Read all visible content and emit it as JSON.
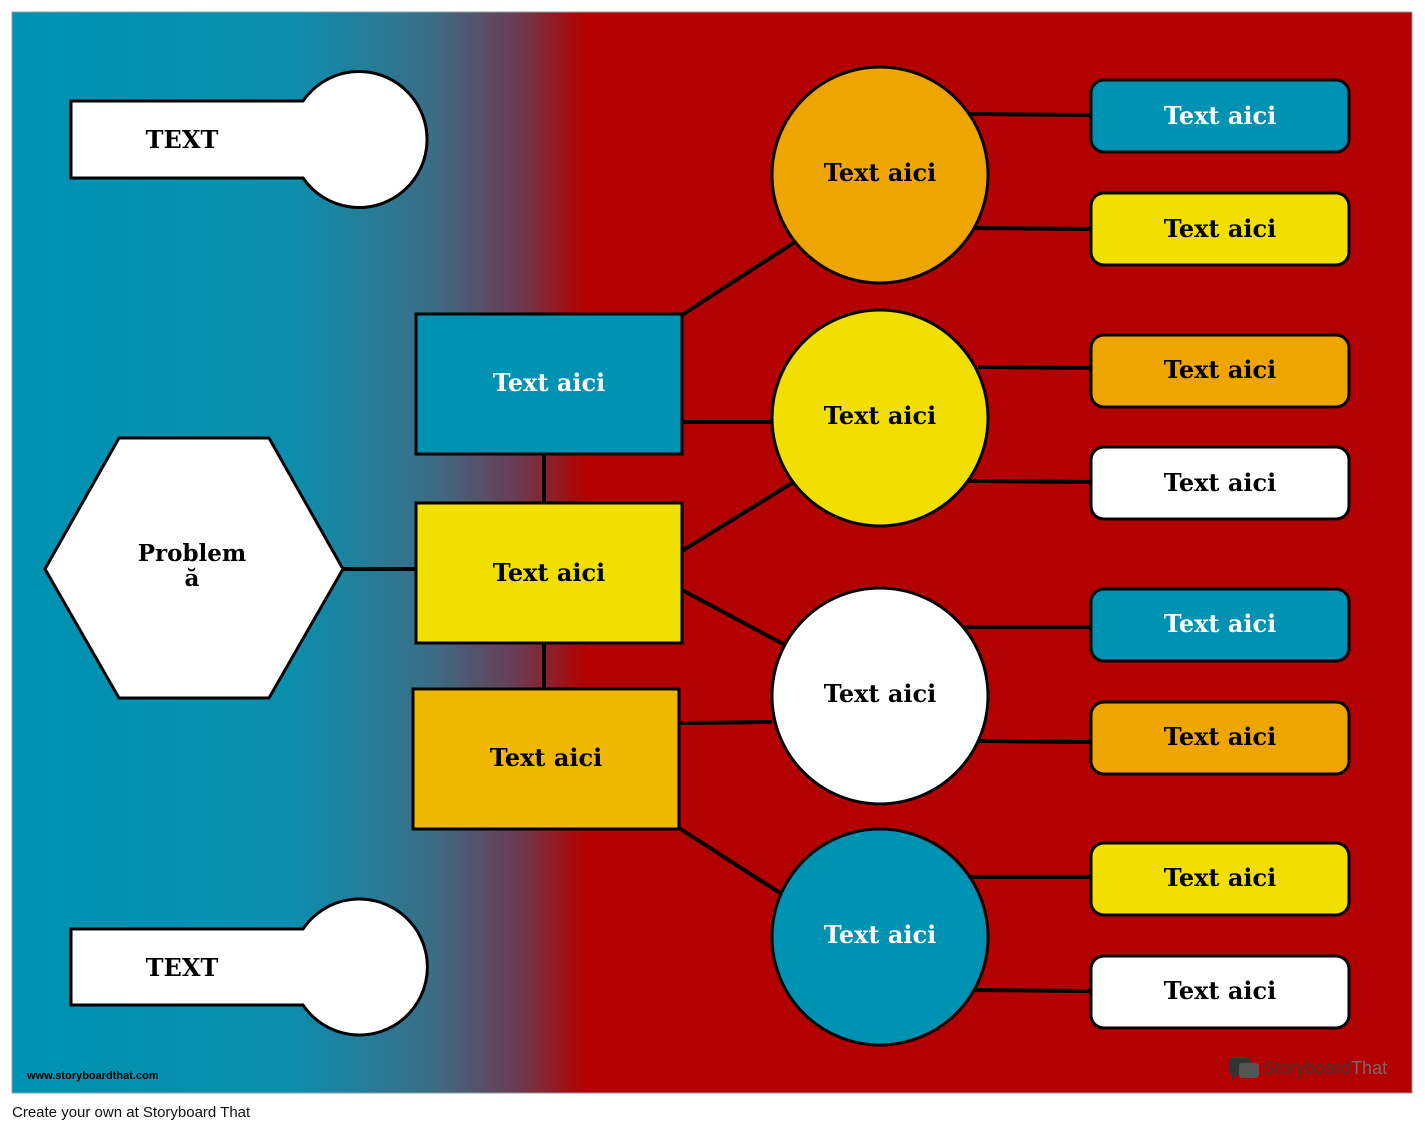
{
  "colors": {
    "teal": "#0092b2",
    "red": "#b30000",
    "orange": "#eea500",
    "yellow": "#f0df00",
    "gold": "#efb700",
    "white": "#ffffff",
    "black": "#000000"
  },
  "keyholes": [
    {
      "label": "TEXT"
    },
    {
      "label": "TEXT"
    }
  ],
  "hexagon": {
    "label_line1": "Problem",
    "label_line2": "ă"
  },
  "rectangles": [
    {
      "label": "Text aici",
      "color": "#0092b2",
      "text_color": "#ffffff"
    },
    {
      "label": "Text aici",
      "color": "#f0df00",
      "text_color": "#000000"
    },
    {
      "label": "Text aici",
      "color": "#efb700",
      "text_color": "#000000"
    }
  ],
  "circles": [
    {
      "label": "Text aici",
      "color": "#eea500",
      "text_color": "#000000"
    },
    {
      "label": "Text aici",
      "color": "#f0df00",
      "text_color": "#000000"
    },
    {
      "label": "Text aici",
      "color": "#ffffff",
      "text_color": "#000000"
    },
    {
      "label": "Text aici",
      "color": "#0092b2",
      "text_color": "#ffffff"
    }
  ],
  "pills": [
    {
      "label": "Text aici",
      "color": "#0092b2",
      "text_color": "#ffffff"
    },
    {
      "label": "Text aici",
      "color": "#f0df00",
      "text_color": "#000000"
    },
    {
      "label": "Text aici",
      "color": "#eea500",
      "text_color": "#000000"
    },
    {
      "label": "Text aici",
      "color": "#ffffff",
      "text_color": "#000000"
    },
    {
      "label": "Text aici",
      "color": "#0092b2",
      "text_color": "#ffffff"
    },
    {
      "label": "Text aici",
      "color": "#eea500",
      "text_color": "#000000"
    },
    {
      "label": "Text aici",
      "color": "#f0df00",
      "text_color": "#000000"
    },
    {
      "label": "Text aici",
      "color": "#ffffff",
      "text_color": "#000000"
    }
  ],
  "watermark_url": "www.storyboardthat.com",
  "brand": {
    "part1": "Storyboard",
    "part2": "That"
  },
  "footer_text": "Create your own at Storyboard That"
}
